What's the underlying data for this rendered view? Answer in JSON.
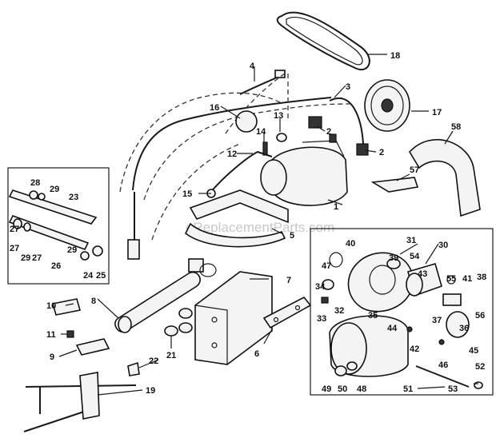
{
  "watermark": "eReplacementParts.com",
  "callouts": [
    "1",
    "2",
    "2",
    "3",
    "4",
    "5",
    "6",
    "7",
    "8",
    "9",
    "10",
    "11",
    "12",
    "13",
    "14",
    "15",
    "16",
    "17",
    "18",
    "19",
    "21",
    "22",
    "23",
    "24",
    "25",
    "26",
    "27",
    "27",
    "27",
    "28",
    "29",
    "29",
    "29",
    "30",
    "31",
    "32",
    "33",
    "34",
    "35",
    "36",
    "37",
    "38",
    "39",
    "40",
    "41",
    "42",
    "43",
    "44",
    "45",
    "46",
    "47",
    "48",
    "49",
    "50",
    "51",
    "52",
    "53",
    "54",
    "55",
    "56",
    "57",
    "58"
  ]
}
